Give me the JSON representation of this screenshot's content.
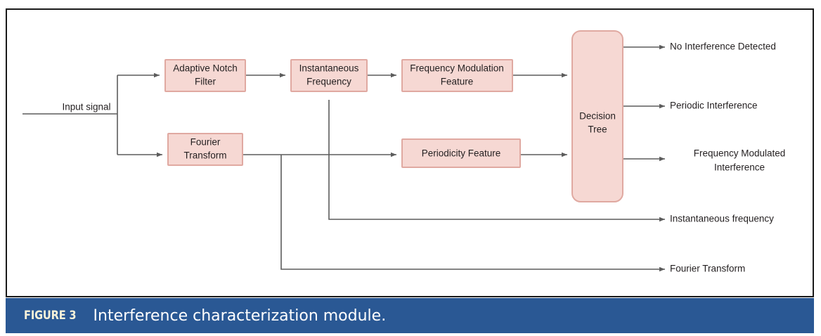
{
  "figure": {
    "number_label": "FIGURE 3",
    "caption": "Interference characterization module."
  },
  "colors": {
    "node_fill": "#f6d8d3",
    "node_stroke": "#e0a9a1",
    "connector": "#5c5c5c",
    "panel_border": "#1a1a1a",
    "caption_bar": "#2a5894",
    "caption_number_text": "#f7f2da",
    "caption_text": "#ffffff"
  },
  "diagram": {
    "type": "flowchart",
    "input_label": "Input signal",
    "nodes": [
      {
        "id": "adaptive-notch-filter",
        "line1": "Adaptive Notch",
        "line2": "Filter"
      },
      {
        "id": "instantaneous-frequency",
        "line1": "Instantaneous",
        "line2": "Frequency"
      },
      {
        "id": "frequency-modulation-feature",
        "line1": "Frequency Modulation",
        "line2": "Feature"
      },
      {
        "id": "fourier-transform",
        "line1": "Fourier",
        "line2": "Transform"
      },
      {
        "id": "periodicity-feature",
        "line1": "Periodicity Feature",
        "line2": ""
      },
      {
        "id": "decision-tree",
        "line1": "Decision",
        "line2": "Tree"
      }
    ],
    "outputs": [
      {
        "id": "no-interference-detected",
        "line1": "No Interference Detected",
        "line2": ""
      },
      {
        "id": "periodic-interference",
        "line1": "Periodic Interference",
        "line2": ""
      },
      {
        "id": "frequency-modulated-interference",
        "line1": "Frequency Modulated",
        "line2": "Interference"
      },
      {
        "id": "instantaneous-frequency-output",
        "line1": "Instantaneous frequency",
        "line2": ""
      },
      {
        "id": "fourier-transform-output",
        "line1": "Fourier Transform",
        "line2": ""
      }
    ]
  }
}
